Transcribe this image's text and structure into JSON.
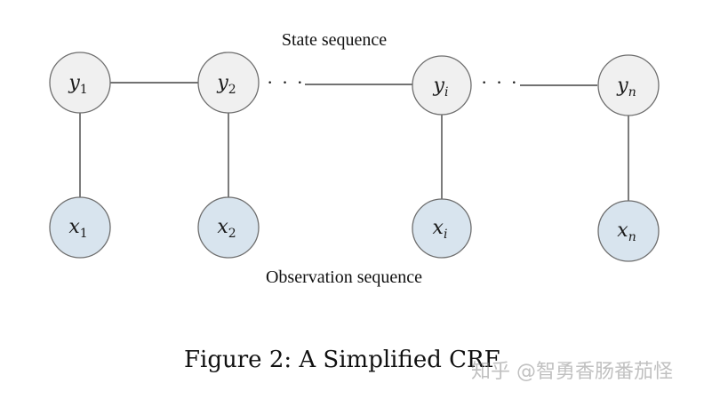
{
  "diagram": {
    "state_label": "State sequence",
    "observation_label": "Observation sequence",
    "ellipsis": "· · ·",
    "state_nodes": [
      {
        "var": "y",
        "sub": "1"
      },
      {
        "var": "y",
        "sub": "2"
      },
      {
        "var": "y",
        "sub": "i"
      },
      {
        "var": "y",
        "sub": "n"
      }
    ],
    "observation_nodes": [
      {
        "var": "x",
        "sub": "1"
      },
      {
        "var": "x",
        "sub": "2"
      },
      {
        "var": "x",
        "sub": "i"
      },
      {
        "var": "x",
        "sub": "n"
      }
    ]
  },
  "caption": "Figure 2: A Simplified CRF",
  "watermark": "知乎 @智勇香肠番茄怪",
  "colors": {
    "state_fill": "#f0f0f0",
    "observation_fill": "#d8e4ee",
    "stroke": "#6e6e6e",
    "edge": "#444444"
  }
}
